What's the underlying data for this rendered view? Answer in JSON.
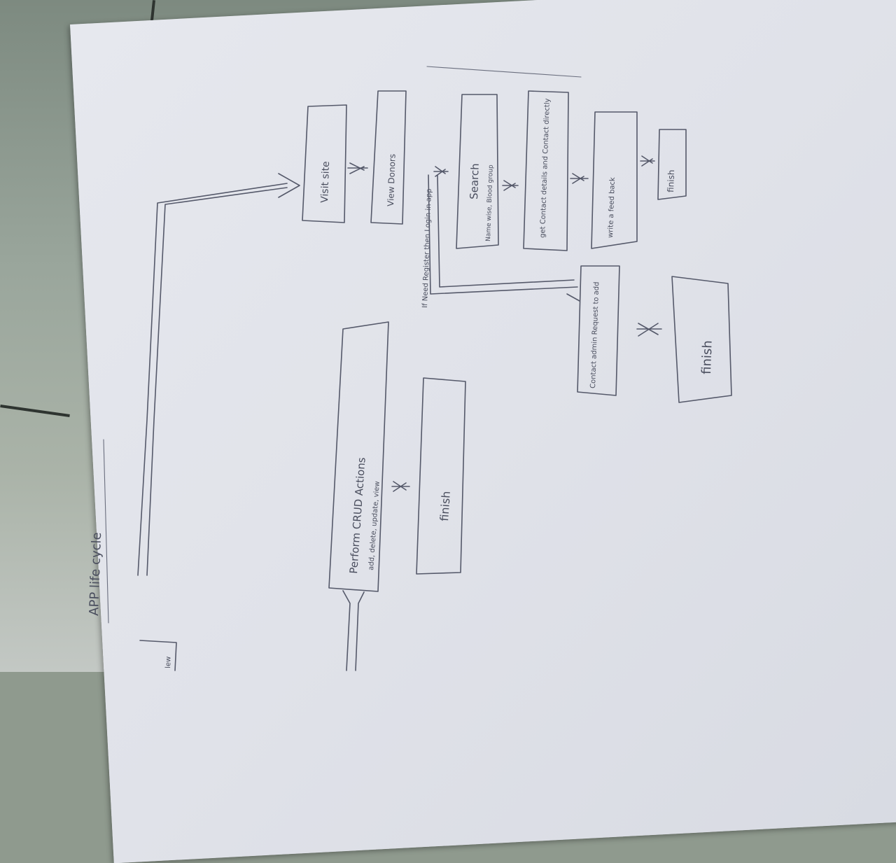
{
  "diagram": {
    "title": "APP life cycle",
    "margin_fragment": "lew",
    "nodes": {
      "perform_actions": "Perform CRUD Actions",
      "perform_actions_sub": "add, delete, update, view",
      "finish_left": "finish",
      "visit_site": "Visit site",
      "view_donors": "View Donors",
      "search": "Search",
      "search_sub": "Name wise, Blood group",
      "branch_note": "If Need Register then Login in app",
      "get_contact": "get Contact details and Contact directly",
      "write_feedback": "write a feed back",
      "finish_mid": "finish",
      "contact_admin": "Contact admin Request to add",
      "finish_bottom": "finish"
    }
  }
}
